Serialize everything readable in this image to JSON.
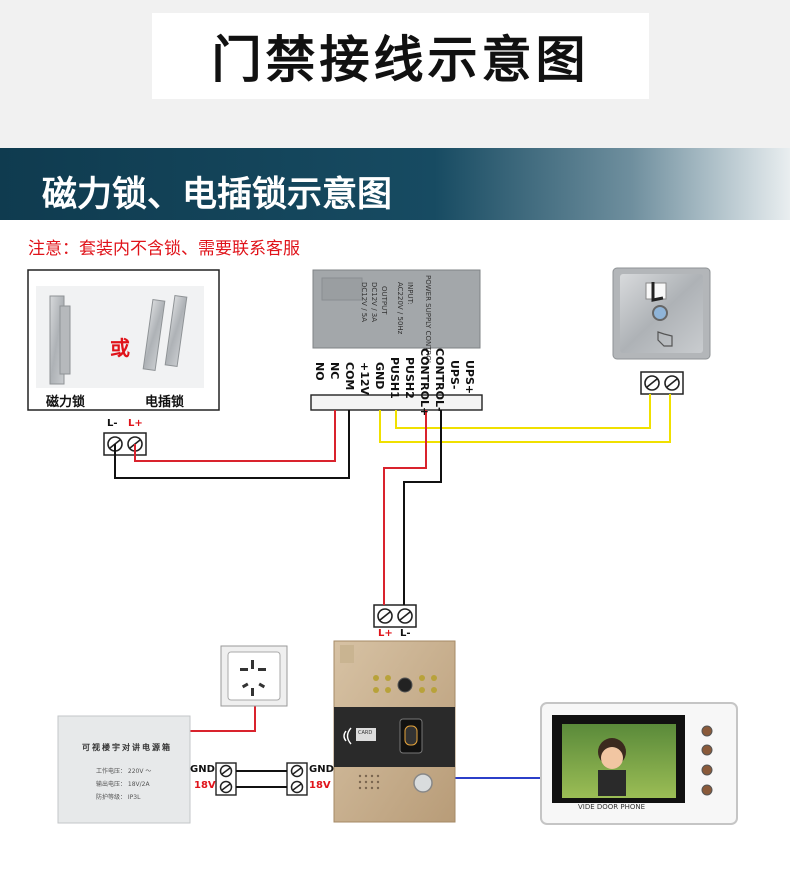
{
  "header": {
    "title": "门禁接线示意图"
  },
  "section": {
    "title": "磁力锁、电插锁示意图"
  },
  "notice": "注意：套装内不含锁、需要联系客服",
  "lock_box": {
    "or_text": "或",
    "maglock_label": "磁力锁",
    "bolt_label": "电插锁"
  },
  "power_supply": {
    "panel_text": [
      "POWER SUPPLY CONTROL",
      "INPUT:",
      "AC220V / 50Hz",
      "OUTPUT",
      "DC12V / 3A",
      "DC12V / 5A"
    ],
    "terminals": [
      "NO",
      "NC",
      "COM",
      "+12V",
      "GND",
      "PUSH1",
      "PUSH2",
      "CONTROL+",
      "CONTROL-",
      "UPS-",
      "UPS+"
    ]
  },
  "lock_terminal": {
    "minus": "L-",
    "plus": "L+"
  },
  "doorbell_terminal": {
    "plus": "L+",
    "minus": "L-"
  },
  "intercom_psu": {
    "title": "可视楼宇对讲电源箱",
    "lines": [
      "工作电压：  220V ～",
      "输出电压：  18V/2A",
      "防护等级：  IP3L"
    ]
  },
  "gnd_left": {
    "gnd": "GND",
    "v": "18V"
  },
  "gnd_right": {
    "gnd": "GND",
    "v": "18V"
  },
  "doorbell": {
    "card_text": "CARD"
  },
  "monitor": {
    "brand": "VIDE DOOR PHONE"
  },
  "colors": {
    "red_wire": "#d9232d",
    "black_wire": "#111111",
    "yellow_wire": "#f0e000",
    "blue_wire": "#2b3fc9"
  }
}
